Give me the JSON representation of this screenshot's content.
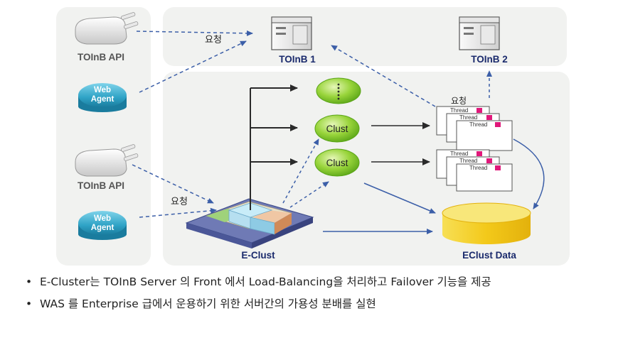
{
  "labels": {
    "toinb_api_top": "TOInB API",
    "toinb_api_bottom": "TOInB API",
    "web_agent_top_line1": "Web",
    "web_agent_top_line2": "Agent",
    "web_agent_bottom_line1": "Web",
    "web_agent_bottom_line2": "Agent",
    "request_top": "요청",
    "request_left": "요청",
    "request_right": "요청",
    "server1": "TOInB 1",
    "server2": "TOInB 2",
    "clust_top": "Clust",
    "clust_bottom": "Clust",
    "eclust": "E-Clust",
    "eclust_data": "EClust Data",
    "thread": "Thread"
  },
  "bullets": [
    {
      "mark": "•",
      "text": "E-Cluster는 TOInB Server 의 Front 에서 Load-Balancing을 처리하고 Failover 기능을 제공"
    },
    {
      "mark": "•",
      "text": "WAS 를 Enterprise 급에서 운용하기 위한 서버간의 가용성 분배를 실현"
    }
  ],
  "colors": {
    "panel": "#f1f2f0",
    "clust_green": "#7cc82e",
    "agent_teal": "#2fa3c6",
    "arrow_blue": "#3c5fa8",
    "db_yellow": "#f5d21e",
    "thread_mark": "#e0187a"
  }
}
